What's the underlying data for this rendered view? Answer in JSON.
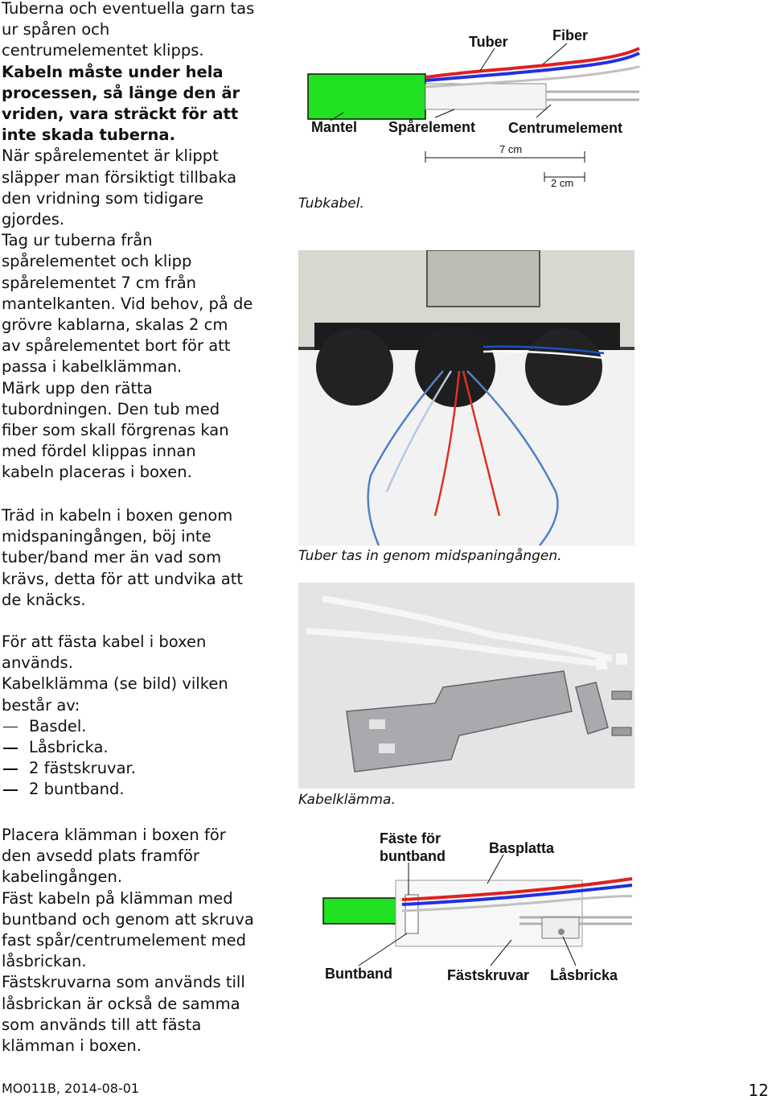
{
  "text": {
    "p1_lines": [
      "Tuberna och eventuella garn tas",
      "ur spåren och",
      "centrumelementet klipps."
    ],
    "p1_bold_lines": [
      "Kabeln måste under hela",
      "processen, så länge den är",
      "vriden, vara sträckt för att",
      "inte skada tuberna."
    ],
    "p1_rest_lines": [
      "När spårelementet är klippt",
      "släpper man försiktigt tillbaka",
      "den vridning som tidigare",
      "gjordes.",
      "Tag ur tuberna från",
      "spårelementet och klipp",
      "spårelementet 7 cm från",
      "mantelkanten. Vid behov, på de",
      "grövre kablarna, skalas 2 cm",
      "av spårelementet bort för att",
      "passa i kabelklämman.",
      "Märk upp den rätta",
      "tubordningen. Den tub med",
      "fiber som skall förgrenas kan",
      "med fördel klippas innan",
      "kabeln placeras i boxen."
    ],
    "p2_lines": [
      "Träd in kabeln i boxen genom",
      "midspaningången, böj inte",
      "tuber/band mer än vad som",
      "krävs, detta för att undvika att",
      "de knäcks."
    ],
    "p3_lines": [
      "För att fästa kabel i boxen",
      "används.",
      "Kabelklämma (se bild) vilken",
      "består av:"
    ],
    "p3_list": [
      "Basdel.",
      "Låsbricka.",
      "2 fästskruvar.",
      "2 buntband."
    ],
    "p4_lines": [
      "Placera klämman i boxen för",
      "den avsedd plats framför",
      "kabelingången.",
      "Fäst kabeln på klämman med",
      "buntband och genom att skruva",
      "fast spår/centrumelement med",
      "låsbrickan.",
      "Fästskruvarna som används till",
      "låsbrickan är också de samma",
      "som används till att fästa",
      "klämman i boxen."
    ]
  },
  "fig1": {
    "labels": {
      "tuber": "Tuber",
      "fiber": "Fiber",
      "mantel": "Mantel",
      "sparelement": "Spårelement",
      "centrumelement": "Centrumelement",
      "dim7": "7 cm",
      "dim2": "2 cm"
    },
    "caption": "Tubkabel."
  },
  "fig2": {
    "caption": "Tuber tas in genom midspaningången."
  },
  "fig3": {
    "caption": "Kabelklämma."
  },
  "fig4": {
    "labels": {
      "faste_line1": "Fäste för",
      "faste_line2": "buntband",
      "basplatta": "Basplatta",
      "buntband": "Buntband",
      "fastskruvar": "Fästskruvar",
      "lasbricka": "Låsbricka"
    }
  },
  "footer": {
    "doc_id": "MO011B, 2014-08-01",
    "page": "12"
  },
  "colors": {
    "mantel_green": "#22e022",
    "tube_red": "#e02020",
    "tube_blue": "#2030e0",
    "tube_grey": "#c8c8c8"
  }
}
